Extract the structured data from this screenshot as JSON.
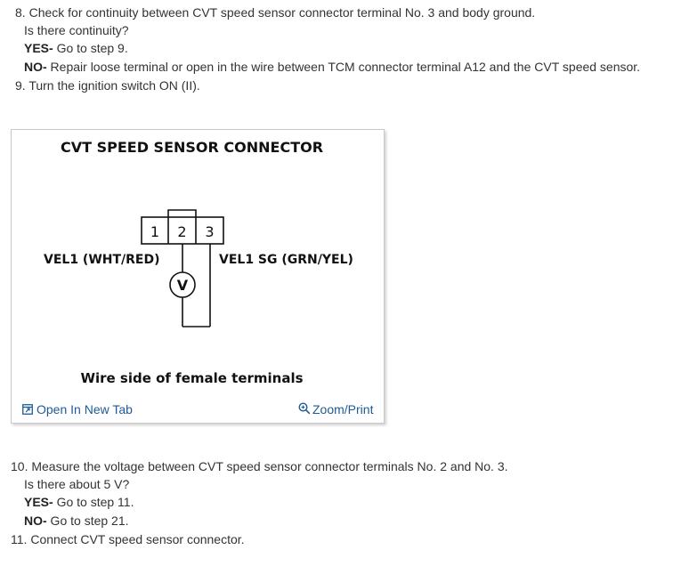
{
  "steps_top": [
    {
      "number": "8.",
      "text": "Check for continuity between CVT speed sensor connector terminal No. 3 and body ground."
    },
    {
      "question": "Is there continuity?"
    },
    {
      "yes_label": "YES-",
      "yes_text": " Go to step 9."
    },
    {
      "no_label": "NO-",
      "no_text": " Repair loose terminal or open in the wire between TCM connector terminal A12 and the CVT speed sensor."
    },
    {
      "number": "9.",
      "text": "Turn the ignition switch ON (II)."
    }
  ],
  "figure": {
    "title": "CVT SPEED SENSOR CONNECTOR",
    "terminals": [
      "1",
      "2",
      "3"
    ],
    "left_wire_label": "VEL1 (WHT/RED)",
    "right_wire_label": "VEL1 SG (GRN/YEL)",
    "meter_symbol": "V",
    "caption": "Wire side of female terminals",
    "open_tab_label": "Open In New Tab",
    "zoom_label": "Zoom/Print"
  },
  "steps_bottom": [
    {
      "number": "10.",
      "text": "Measure the voltage between CVT speed sensor connector terminals No. 2 and No. 3."
    },
    {
      "question": "Is there about 5 V?"
    },
    {
      "yes_label": "YES-",
      "yes_text": " Go to step 11."
    },
    {
      "no_label": "NO-",
      "no_text": " Go to step 21."
    },
    {
      "number": "11.",
      "text": "Connect CVT speed sensor connector."
    }
  ],
  "colors": {
    "link": "#1e5a96",
    "text": "#333333"
  }
}
